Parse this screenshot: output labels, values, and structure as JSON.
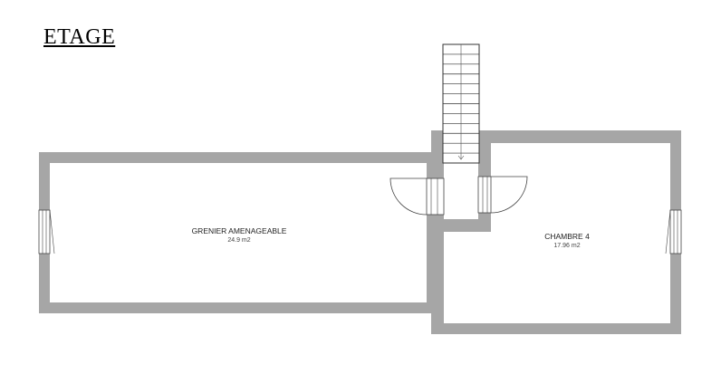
{
  "floor": {
    "title": "ETAGE"
  },
  "rooms": [
    {
      "name": "GRENIER AMENAGEABLE",
      "area": "24.9 m2"
    },
    {
      "name": "CHAMBRE 4",
      "area": "17.96 m2"
    }
  ],
  "colors": {
    "wall": "#a6a6a6",
    "line": "#444444",
    "background": "#ffffff"
  },
  "stair": {
    "steps": 12
  }
}
